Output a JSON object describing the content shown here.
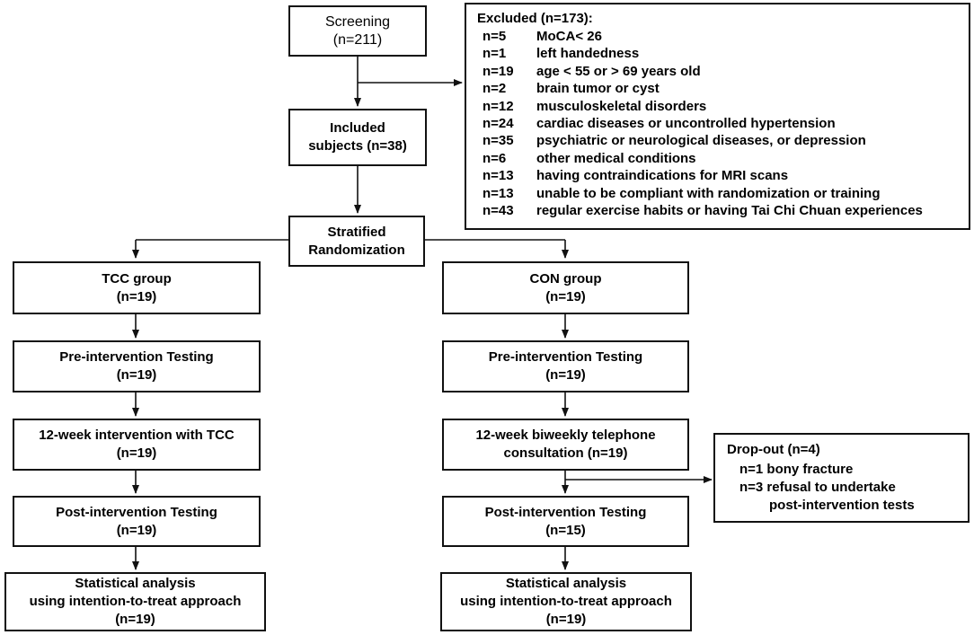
{
  "screening": {
    "title": "Screening",
    "count": "(n=211)"
  },
  "excluded": {
    "title": "Excluded (n=173):",
    "items": [
      {
        "n": "n=5",
        "reason": "MoCA< 26"
      },
      {
        "n": "n=1",
        "reason": "left handedness"
      },
      {
        "n": "n=19",
        "reason": "age < 55 or > 69 years old"
      },
      {
        "n": "n=2",
        "reason": "brain tumor or cyst"
      },
      {
        "n": "n=12",
        "reason": "musculoskeletal disorders"
      },
      {
        "n": "n=24",
        "reason": "cardiac diseases or uncontrolled hypertension"
      },
      {
        "n": "n=35",
        "reason": "psychiatric or neurological diseases, or depression"
      },
      {
        "n": "n=6",
        "reason": "other medical conditions"
      },
      {
        "n": "n=13",
        "reason": "having contraindications for MRI scans"
      },
      {
        "n": "n=13",
        "reason": "unable to be compliant with randomization or training"
      },
      {
        "n": "n=43",
        "reason": "regular exercise habits or having Tai Chi Chuan experiences"
      }
    ]
  },
  "included": {
    "line1": "Included",
    "line2": "subjects (n=38)"
  },
  "randomization": {
    "line1": "Stratified",
    "line2": "Randomization"
  },
  "tcc": {
    "group": {
      "line1": "TCC group",
      "line2": "(n=19)"
    },
    "pre": {
      "line1": "Pre-intervention Testing",
      "line2": "(n=19)"
    },
    "intervention": {
      "line1": "12-week intervention with TCC",
      "line2": "(n=19)"
    },
    "post": {
      "line1": "Post-intervention Testing",
      "line2": "(n=19)"
    },
    "analysis": {
      "line1": "Statistical analysis",
      "line2": "using intention-to-treat approach",
      "line3": "(n=19)"
    }
  },
  "con": {
    "group": {
      "line1": "CON group",
      "line2": "(n=19)"
    },
    "pre": {
      "line1": "Pre-intervention Testing",
      "line2": "(n=19)"
    },
    "intervention": {
      "line1": "12-week biweekly telephone",
      "line2": "consultation (n=19)"
    },
    "post": {
      "line1": "Post-intervention Testing",
      "line2": "(n=15)"
    },
    "analysis": {
      "line1": "Statistical analysis",
      "line2": "using intention-to-treat approach",
      "line3": "(n=19)"
    }
  },
  "dropout": {
    "title": "Drop-out (n=4)",
    "line1": "n=1 bony fracture",
    "line2": "n=3 refusal to undertake",
    "line3": "post-intervention tests"
  }
}
